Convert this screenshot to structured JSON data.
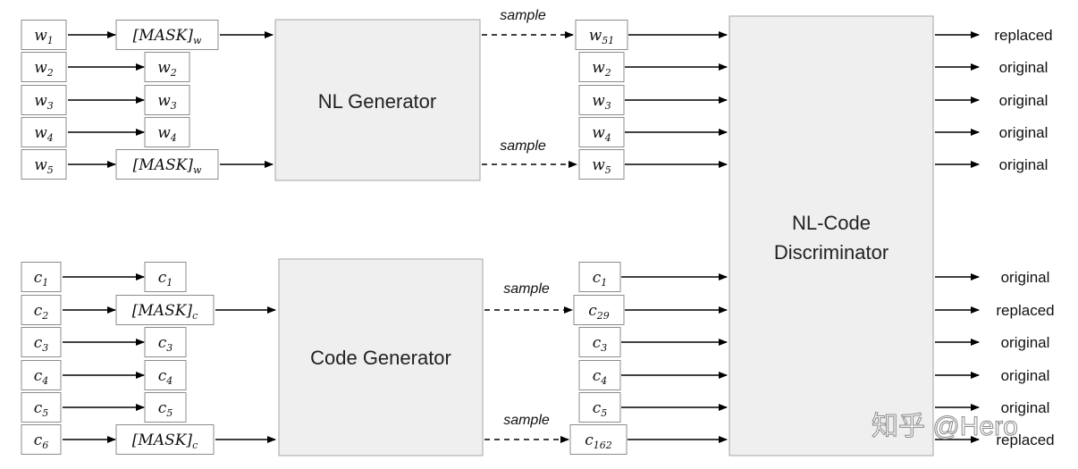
{
  "nl": {
    "inputs": [
      {
        "base": "w",
        "sub": "1"
      },
      {
        "base": "w",
        "sub": "2"
      },
      {
        "base": "w",
        "sub": "3"
      },
      {
        "base": "w",
        "sub": "4"
      },
      {
        "base": "w",
        "sub": "5"
      }
    ],
    "masked": [
      {
        "base": "[MASK]",
        "sub": "w"
      },
      {
        "base": "w",
        "sub": "2"
      },
      {
        "base": "w",
        "sub": "3"
      },
      {
        "base": "w",
        "sub": "4"
      },
      {
        "base": "[MASK]",
        "sub": "w"
      }
    ],
    "generator_label": "NL Generator",
    "sample_labels": [
      "sample",
      "sample"
    ],
    "outputs": [
      {
        "base": "w",
        "sub": "51"
      },
      {
        "base": "w",
        "sub": "2"
      },
      {
        "base": "w",
        "sub": "3"
      },
      {
        "base": "w",
        "sub": "4"
      },
      {
        "base": "w",
        "sub": "5"
      }
    ],
    "labels": [
      "replaced",
      "original",
      "original",
      "original",
      "original"
    ]
  },
  "code": {
    "inputs": [
      {
        "base": "c",
        "sub": "1"
      },
      {
        "base": "c",
        "sub": "2"
      },
      {
        "base": "c",
        "sub": "3"
      },
      {
        "base": "c",
        "sub": "4"
      },
      {
        "base": "c",
        "sub": "5"
      },
      {
        "base": "c",
        "sub": "6"
      }
    ],
    "masked": [
      {
        "base": "c",
        "sub": "1"
      },
      {
        "base": "[MASK]",
        "sub": "c"
      },
      {
        "base": "c",
        "sub": "3"
      },
      {
        "base": "c",
        "sub": "4"
      },
      {
        "base": "c",
        "sub": "5"
      },
      {
        "base": "[MASK]",
        "sub": "c"
      }
    ],
    "generator_label": "Code Generator",
    "sample_labels": [
      "sample",
      "sample"
    ],
    "outputs": [
      {
        "base": "c",
        "sub": "1"
      },
      {
        "base": "c",
        "sub": "29"
      },
      {
        "base": "c",
        "sub": "3"
      },
      {
        "base": "c",
        "sub": "4"
      },
      {
        "base": "c",
        "sub": "5"
      },
      {
        "base": "c",
        "sub": "162"
      }
    ],
    "labels": [
      "original",
      "replaced",
      "original",
      "original",
      "original",
      "replaced"
    ]
  },
  "discriminator": {
    "label_lines": [
      "NL-Code",
      "Discriminator"
    ]
  },
  "watermark": "知乎 @Hero"
}
